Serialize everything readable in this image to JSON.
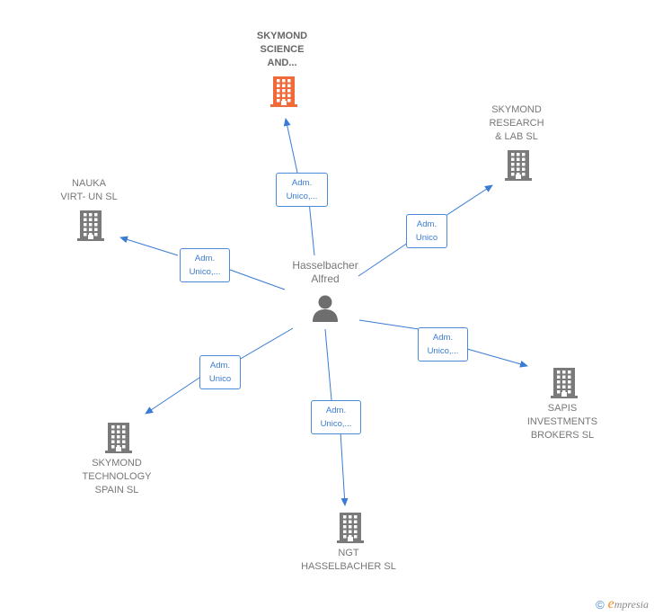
{
  "center": {
    "name": "Hasselbacher\nAlfred"
  },
  "companies": [
    {
      "id": "skymond-science",
      "name": "SKYMOND\nSCIENCE\nAND...",
      "highlight": true,
      "role": "Adm.\nUnico,..."
    },
    {
      "id": "skymond-research",
      "name": "SKYMOND\nRESEARCH\n& LAB  SL",
      "highlight": false,
      "role": "Adm.\nUnico"
    },
    {
      "id": "nauka",
      "name": "NAUKA\nVIRT- UN  SL",
      "highlight": false,
      "role": "Adm.\nUnico,..."
    },
    {
      "id": "sapis",
      "name": "SAPIS\nINVESTMENTS\nBROKERS  SL",
      "highlight": false,
      "role": "Adm.\nUnico,..."
    },
    {
      "id": "skymond-tech",
      "name": "SKYMOND\nTECHNOLOGY\nSPAIN  SL",
      "highlight": false,
      "role": "Adm.\nUnico"
    },
    {
      "id": "ngt",
      "name": "NGT\nHASSELBACHER SL",
      "highlight": false,
      "role": "Adm.\nUnico,..."
    }
  ],
  "colors": {
    "edge": "#3a7bd5",
    "building": "#7a7a7a",
    "highlight": "#f06a3a",
    "person": "#6e6e6e"
  },
  "footer": {
    "copyright": "©",
    "brand_initial": "e",
    "brand_rest": "mpresia"
  }
}
